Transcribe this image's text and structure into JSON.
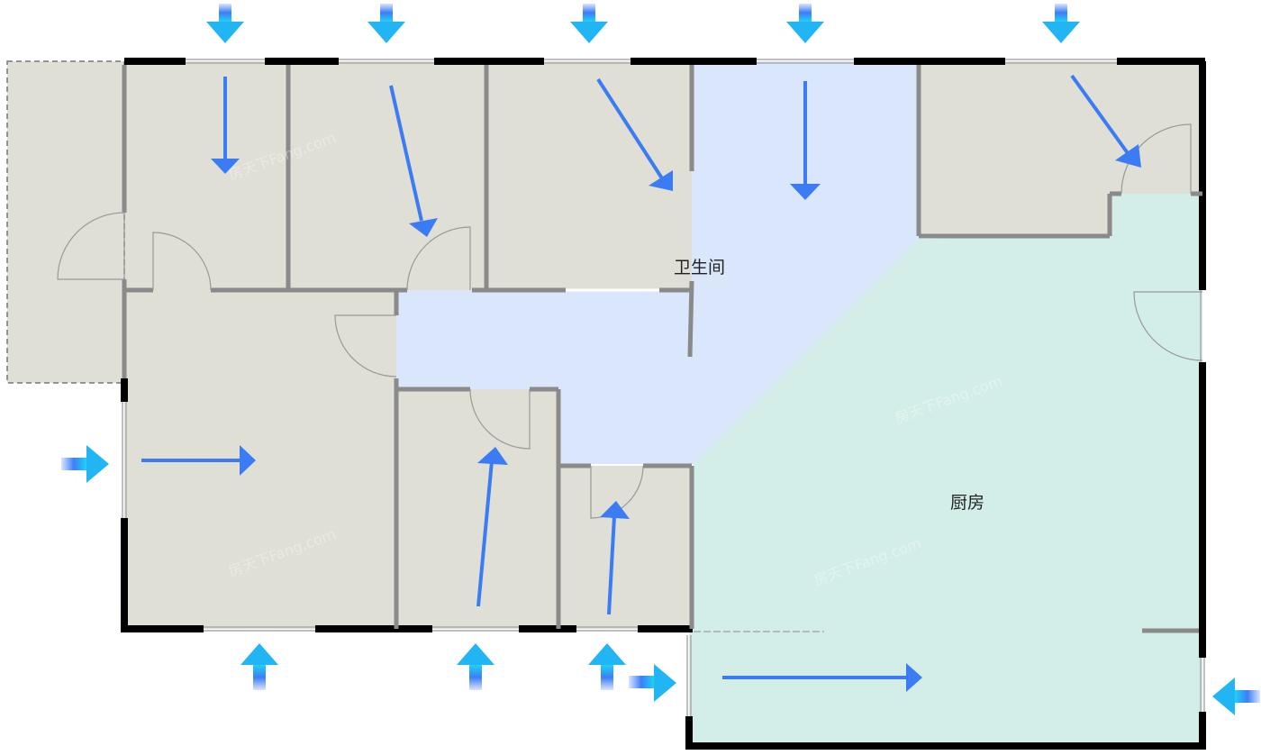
{
  "rooms": {
    "bathroom": {
      "label": "卫生间",
      "color": "#d9e6fb"
    },
    "kitchen": {
      "label": "厨房",
      "color": "#d3eee8"
    },
    "room_color": "#dfdfd5"
  },
  "watermark": "房天下Fang.com",
  "colors": {
    "arrow": "#3b7cf5",
    "wall": "#000000",
    "inner_wall": "#8a8a8a"
  }
}
